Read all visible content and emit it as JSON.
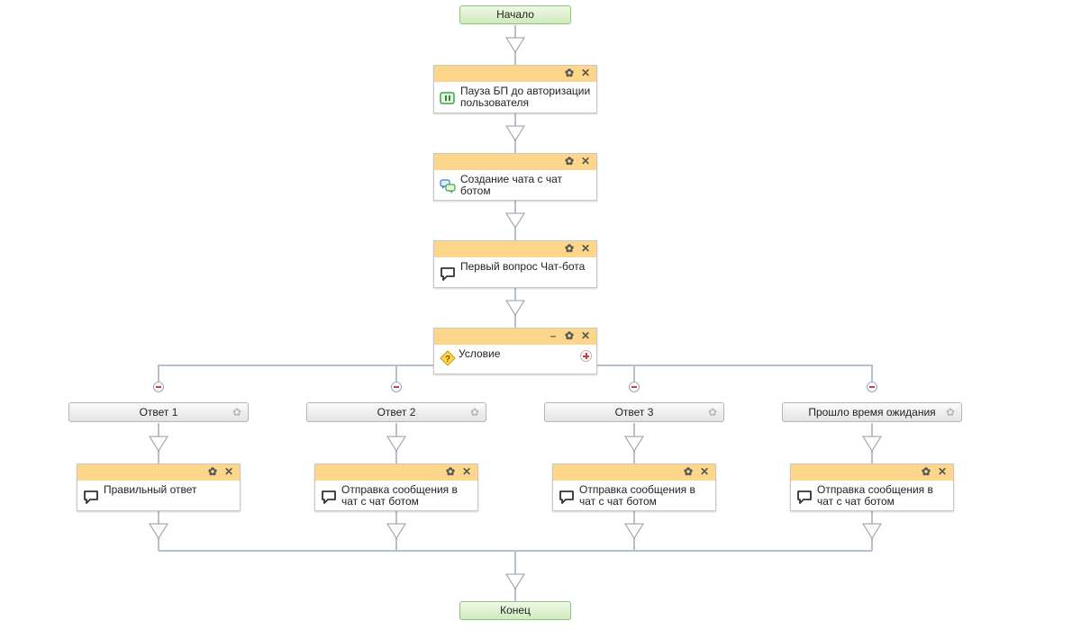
{
  "start_label": "Начало",
  "end_label": "Конец",
  "activities": [
    {
      "name": "activity-pause",
      "icon": "pause-icon",
      "label": "Пауза БП до авторизации пользователя"
    },
    {
      "name": "activity-create-chat",
      "icon": "chat-create-icon",
      "label": "Создание чата с чат ботом"
    },
    {
      "name": "activity-first-question",
      "icon": "message-icon",
      "label": "Первый вопрос Чат-бота"
    }
  ],
  "condition": {
    "icon": "condition-icon",
    "label": "Условие"
  },
  "branches": [
    {
      "label": "Ответ 1",
      "activity": "Правильный ответ"
    },
    {
      "label": "Ответ 2",
      "activity": "Отправка сообщения в чат с чат ботом"
    },
    {
      "label": "Ответ 3",
      "activity": "Отправка сообщения в чат с чат ботом"
    },
    {
      "label": "Прошло время ожидания",
      "activity": "Отправка сообщения в чат с чат ботом"
    }
  ],
  "colors": {
    "header": "#fcd68a",
    "connector": "#b3c2d2",
    "terminator_border": "#8cc27a"
  }
}
